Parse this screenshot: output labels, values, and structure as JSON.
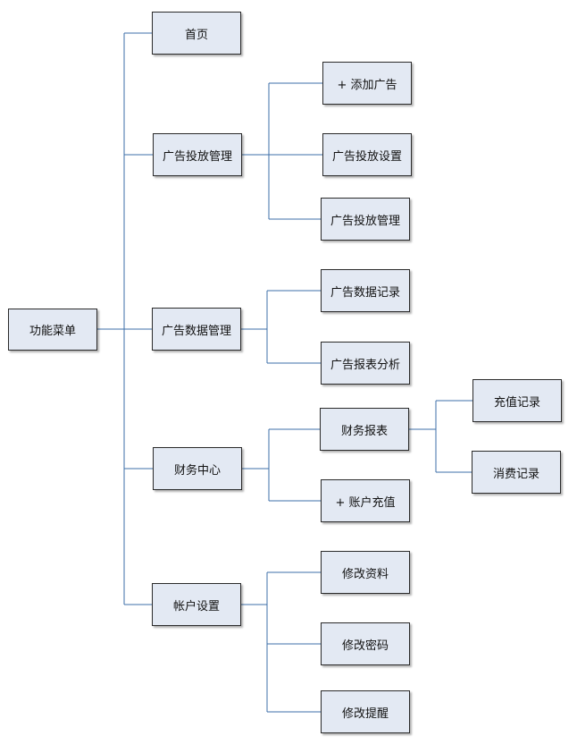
{
  "colors": {
    "node_fill": "#e3e9f3",
    "node_border": "#2a2a2a",
    "connector": "#3d6fa8"
  },
  "root": {
    "label": "功能菜单"
  },
  "menu": [
    {
      "label": "首页",
      "children": []
    },
    {
      "label": "广告投放管理",
      "children": [
        {
          "label": "+ 添加广告"
        },
        {
          "label": "广告投放设置"
        },
        {
          "label": "广告投放管理"
        }
      ]
    },
    {
      "label": "广告数据管理",
      "children": [
        {
          "label": "广告数据记录"
        },
        {
          "label": "广告报表分析"
        }
      ]
    },
    {
      "label": "财务中心",
      "children": [
        {
          "label": "财务报表",
          "children": [
            {
              "label": "充值记录"
            },
            {
              "label": "消费记录"
            }
          ]
        },
        {
          "label": "+ 账户充值"
        }
      ]
    },
    {
      "label": "帐户设置",
      "children": [
        {
          "label": "修改资料"
        },
        {
          "label": "修改密码"
        },
        {
          "label": "修改提醒"
        }
      ]
    }
  ]
}
